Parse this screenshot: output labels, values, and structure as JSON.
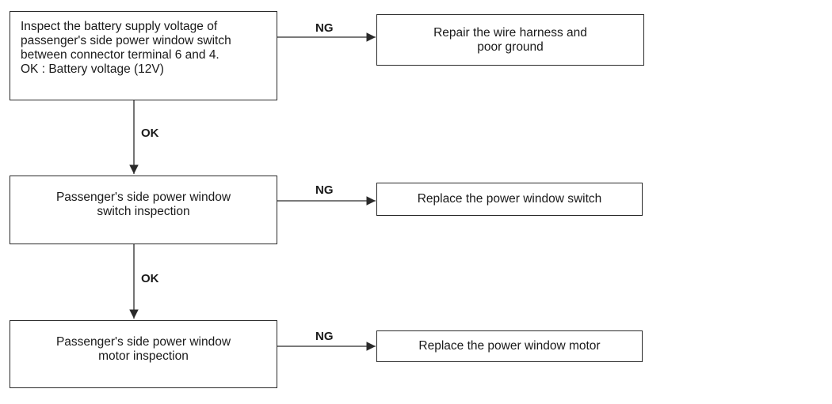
{
  "steps": [
    {
      "lines": [
        "Inspect the battery supply voltage of",
        "passenger's side power window switch",
        "between connector terminal 6 and 4.",
        "OK : Battery voltage (12V)"
      ]
    },
    {
      "lines": [
        "Passenger's side power window",
        "switch inspection"
      ]
    },
    {
      "lines": [
        "Passenger's side power window",
        "motor inspection"
      ]
    }
  ],
  "results": [
    {
      "lines": [
        "Repair the wire harness and",
        "poor ground"
      ]
    },
    {
      "lines": [
        "Replace the power window switch"
      ]
    },
    {
      "lines": [
        "Replace the power window motor"
      ]
    }
  ],
  "branch_labels": {
    "ng_1": "NG",
    "ng_2": "NG",
    "ng_3": "NG",
    "ok_1": "OK",
    "ok_2": "OK"
  }
}
